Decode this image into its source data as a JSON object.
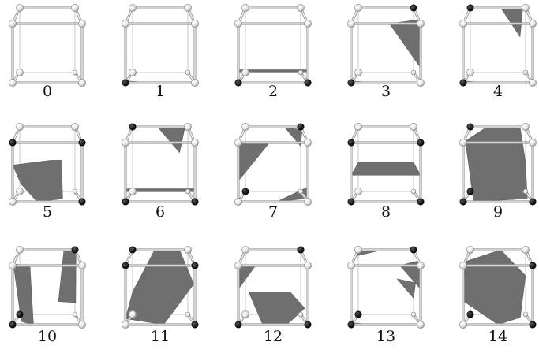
{
  "cases": [
    {
      "label": "0",
      "inside": [],
      "triangles": []
    },
    {
      "label": "1",
      "inside": [
        4
      ],
      "triangles": [
        [
          [
            0.1,
            0,
            0
          ],
          [
            0.4,
            0,
            0
          ],
          [
            0,
            0,
            0.18
          ]
        ]
      ]
    },
    {
      "label": "2",
      "inside": [
        4,
        5
      ],
      "triangles": [
        [
          [
            0,
            0.22,
            0
          ],
          [
            1,
            0.22,
            0
          ],
          [
            1,
            0.16,
            0.05
          ],
          [
            0,
            0.16,
            0.05
          ]
        ]
      ]
    },
    {
      "label": "3",
      "inside": [
        4,
        2
      ],
      "triangles": [
        [
          [
            0.1,
            0,
            0
          ],
          [
            0.35,
            0,
            0
          ],
          [
            0,
            0,
            0.18
          ]
        ],
        [
          [
            1,
            1,
            0.25
          ],
          [
            0.55,
            1,
            0
          ],
          [
            1,
            0.25,
            0
          ]
        ]
      ]
    },
    {
      "label": "4",
      "inside": [
        4,
        3
      ],
      "triangles": [
        [
          [
            0.1,
            0,
            0
          ],
          [
            0.35,
            0,
            0
          ],
          [
            0,
            0,
            0.18
          ]
        ],
        [
          [
            0.55,
            1,
            1
          ],
          [
            0.95,
            1,
            1
          ],
          [
            0.9,
            0.55,
            1
          ]
        ]
      ]
    },
    {
      "label": "5",
      "inside": [
        0,
        1,
        5
      ],
      "triangles": [
        [
          [
            0,
            0.62,
            0
          ],
          [
            0.55,
            0.62,
            0.35
          ],
          [
            0.72,
            0.62,
            0.35
          ],
          [
            0.72,
            0.05,
            0
          ],
          [
            0.35,
            0,
            0
          ],
          [
            0.12,
            0.3,
            0
          ]
        ]
      ]
    },
    {
      "label": "6",
      "inside": [
        4,
        5,
        3
      ],
      "triangles": [
        [
          [
            0,
            0.22,
            0
          ],
          [
            1,
            0.22,
            0
          ],
          [
            1,
            0.16,
            0.05
          ],
          [
            0,
            0.16,
            0.05
          ]
        ],
        [
          [
            0.45,
            1,
            1
          ],
          [
            0.95,
            1,
            1
          ],
          [
            0.85,
            0.6,
            1
          ]
        ]
      ]
    },
    {
      "label": "7",
      "inside": [
        2,
        7
      ],
      "triangles": [
        [
          [
            0,
            1,
            0.05
          ],
          [
            0.45,
            1,
            0
          ],
          [
            0,
            0.35,
            0
          ]
        ],
        [
          [
            0.7,
            1,
            1
          ],
          [
            1,
            1,
            0.8
          ],
          [
            1,
            0.7,
            1
          ]
        ],
        [
          [
            1,
            0.25,
            0
          ],
          [
            0.55,
            0,
            0
          ],
          [
            1,
            0,
            0.3
          ]
        ]
      ]
    },
    {
      "label": "8",
      "inside": [
        0,
        1,
        4,
        5
      ],
      "triangles": [
        [
          [
            0,
            0.45,
            0
          ],
          [
            1,
            0.45,
            0
          ],
          [
            1,
            0.45,
            1
          ],
          [
            0,
            0.45,
            1
          ]
        ]
      ]
    },
    {
      "label": "9",
      "inside": [
        3,
        4,
        5,
        7
      ],
      "triangles": [
        [
          [
            0,
            0.95,
            0.3
          ],
          [
            0.3,
            1,
            1
          ],
          [
            0.9,
            1,
            1
          ],
          [
            1,
            0.45,
            1
          ],
          [
            0.95,
            0,
            0.3
          ],
          [
            0.15,
            0,
            0
          ]
        ]
      ]
    },
    {
      "label": "10",
      "inside": [
        2,
        4,
        7
      ],
      "triangles": [
        [
          [
            0,
            1,
            0.1
          ],
          [
            0.25,
            1,
            0
          ],
          [
            0.3,
            0,
            0
          ],
          [
            0.1,
            0,
            0.3
          ]
        ],
        [
          [
            0.8,
            1,
            1
          ],
          [
            1,
            1,
            0.85
          ],
          [
            1,
            0.2,
            0.9
          ],
          [
            0.7,
            0.2,
            1
          ]
        ]
      ]
    },
    {
      "label": "11",
      "inside": [
        0,
        1,
        3,
        5
      ],
      "triangles": [
        [
          [
            0,
            0.1,
            0
          ],
          [
            0.55,
            0,
            0
          ],
          [
            1,
            0.65,
            0.15
          ],
          [
            0.85,
            1,
            1
          ],
          [
            0.4,
            1,
            1
          ],
          [
            0,
            0.35,
            1
          ]
        ]
      ]
    },
    {
      "label": "12",
      "inside": [
        2,
        4,
        5
      ],
      "triangles": [
        [
          [
            0,
            1,
            0.05
          ],
          [
            0.25,
            1,
            0
          ],
          [
            0,
            0.6,
            0
          ]
        ],
        [
          [
            0.15,
            0.55,
            0
          ],
          [
            0.75,
            0.55,
            0
          ],
          [
            1,
            0.2,
            0.4
          ],
          [
            0.7,
            0,
            0
          ],
          [
            0.35,
            0,
            0
          ]
        ]
      ]
    },
    {
      "label": "13",
      "inside": [
        2,
        4,
        7
      ],
      "triangles": [
        [
          [
            0.1,
            1,
            1
          ],
          [
            0.45,
            1,
            1
          ],
          [
            0,
            1,
            0.6
          ]
        ],
        [
          [
            0.7,
            1,
            0
          ],
          [
            1,
            1,
            0.3
          ],
          [
            1,
            0.6,
            0
          ]
        ],
        [
          [
            0.1,
            0,
            0
          ],
          [
            0.35,
            0,
            0
          ],
          [
            0,
            0,
            0.18
          ]
        ],
        [
          [
            1,
            0.25,
            1
          ],
          [
            0.7,
            0.55,
            1
          ],
          [
            1,
            0.55,
            0.7
          ]
        ]
      ]
    },
    {
      "label": "14",
      "inside": [
        1,
        5,
        7
      ],
      "triangles": [
        [
          [
            0,
            1,
            0.25
          ],
          [
            0.55,
            1,
            1
          ],
          [
            1,
            0.6,
            1
          ],
          [
            0.85,
            0.05,
            0.4
          ],
          [
            0.5,
            0,
            0
          ],
          [
            0,
            0.4,
            0
          ]
        ]
      ]
    }
  ]
}
